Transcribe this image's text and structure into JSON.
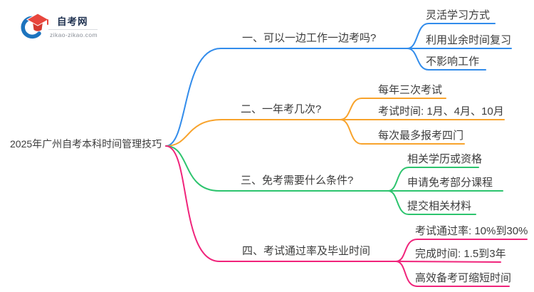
{
  "logo": {
    "site_name": "自考网",
    "site_url": "zikao-zikao.com",
    "crescent_color": "#1d74be",
    "cap_color": "#e8463d",
    "cap_base_color": "#d43a30",
    "name_color": "#1f3150"
  },
  "center": {
    "label": "2025年广州自考本科时间管理技巧"
  },
  "branches": [
    {
      "label": "一、可以一边工作一边考吗?",
      "color": "#328ceb",
      "children": [
        {
          "label": "灵活学习方式"
        },
        {
          "label": "利用业余时间复习"
        },
        {
          "label": "不影响工作"
        }
      ]
    },
    {
      "label": "二、一年考几次?",
      "color": "#f8a32c",
      "children": [
        {
          "label": "每年三次考试"
        },
        {
          "label": "考试时间: 1月、4月、10月"
        },
        {
          "label": "每次最多报考四门"
        }
      ]
    },
    {
      "label": "三、免考需要什么条件?",
      "color": "#2dc46e",
      "children": [
        {
          "label": "相关学历或资格"
        },
        {
          "label": "申请免考部分课程"
        },
        {
          "label": "提交相关材料"
        }
      ]
    },
    {
      "label": "四、考试通过率及毕业时间",
      "color": "#f0247b",
      "children": [
        {
          "label": "考试通过率: 10%到30%"
        },
        {
          "label": "完成时间: 1.5到3年"
        },
        {
          "label": "高效备考可缩短时间"
        }
      ]
    }
  ]
}
